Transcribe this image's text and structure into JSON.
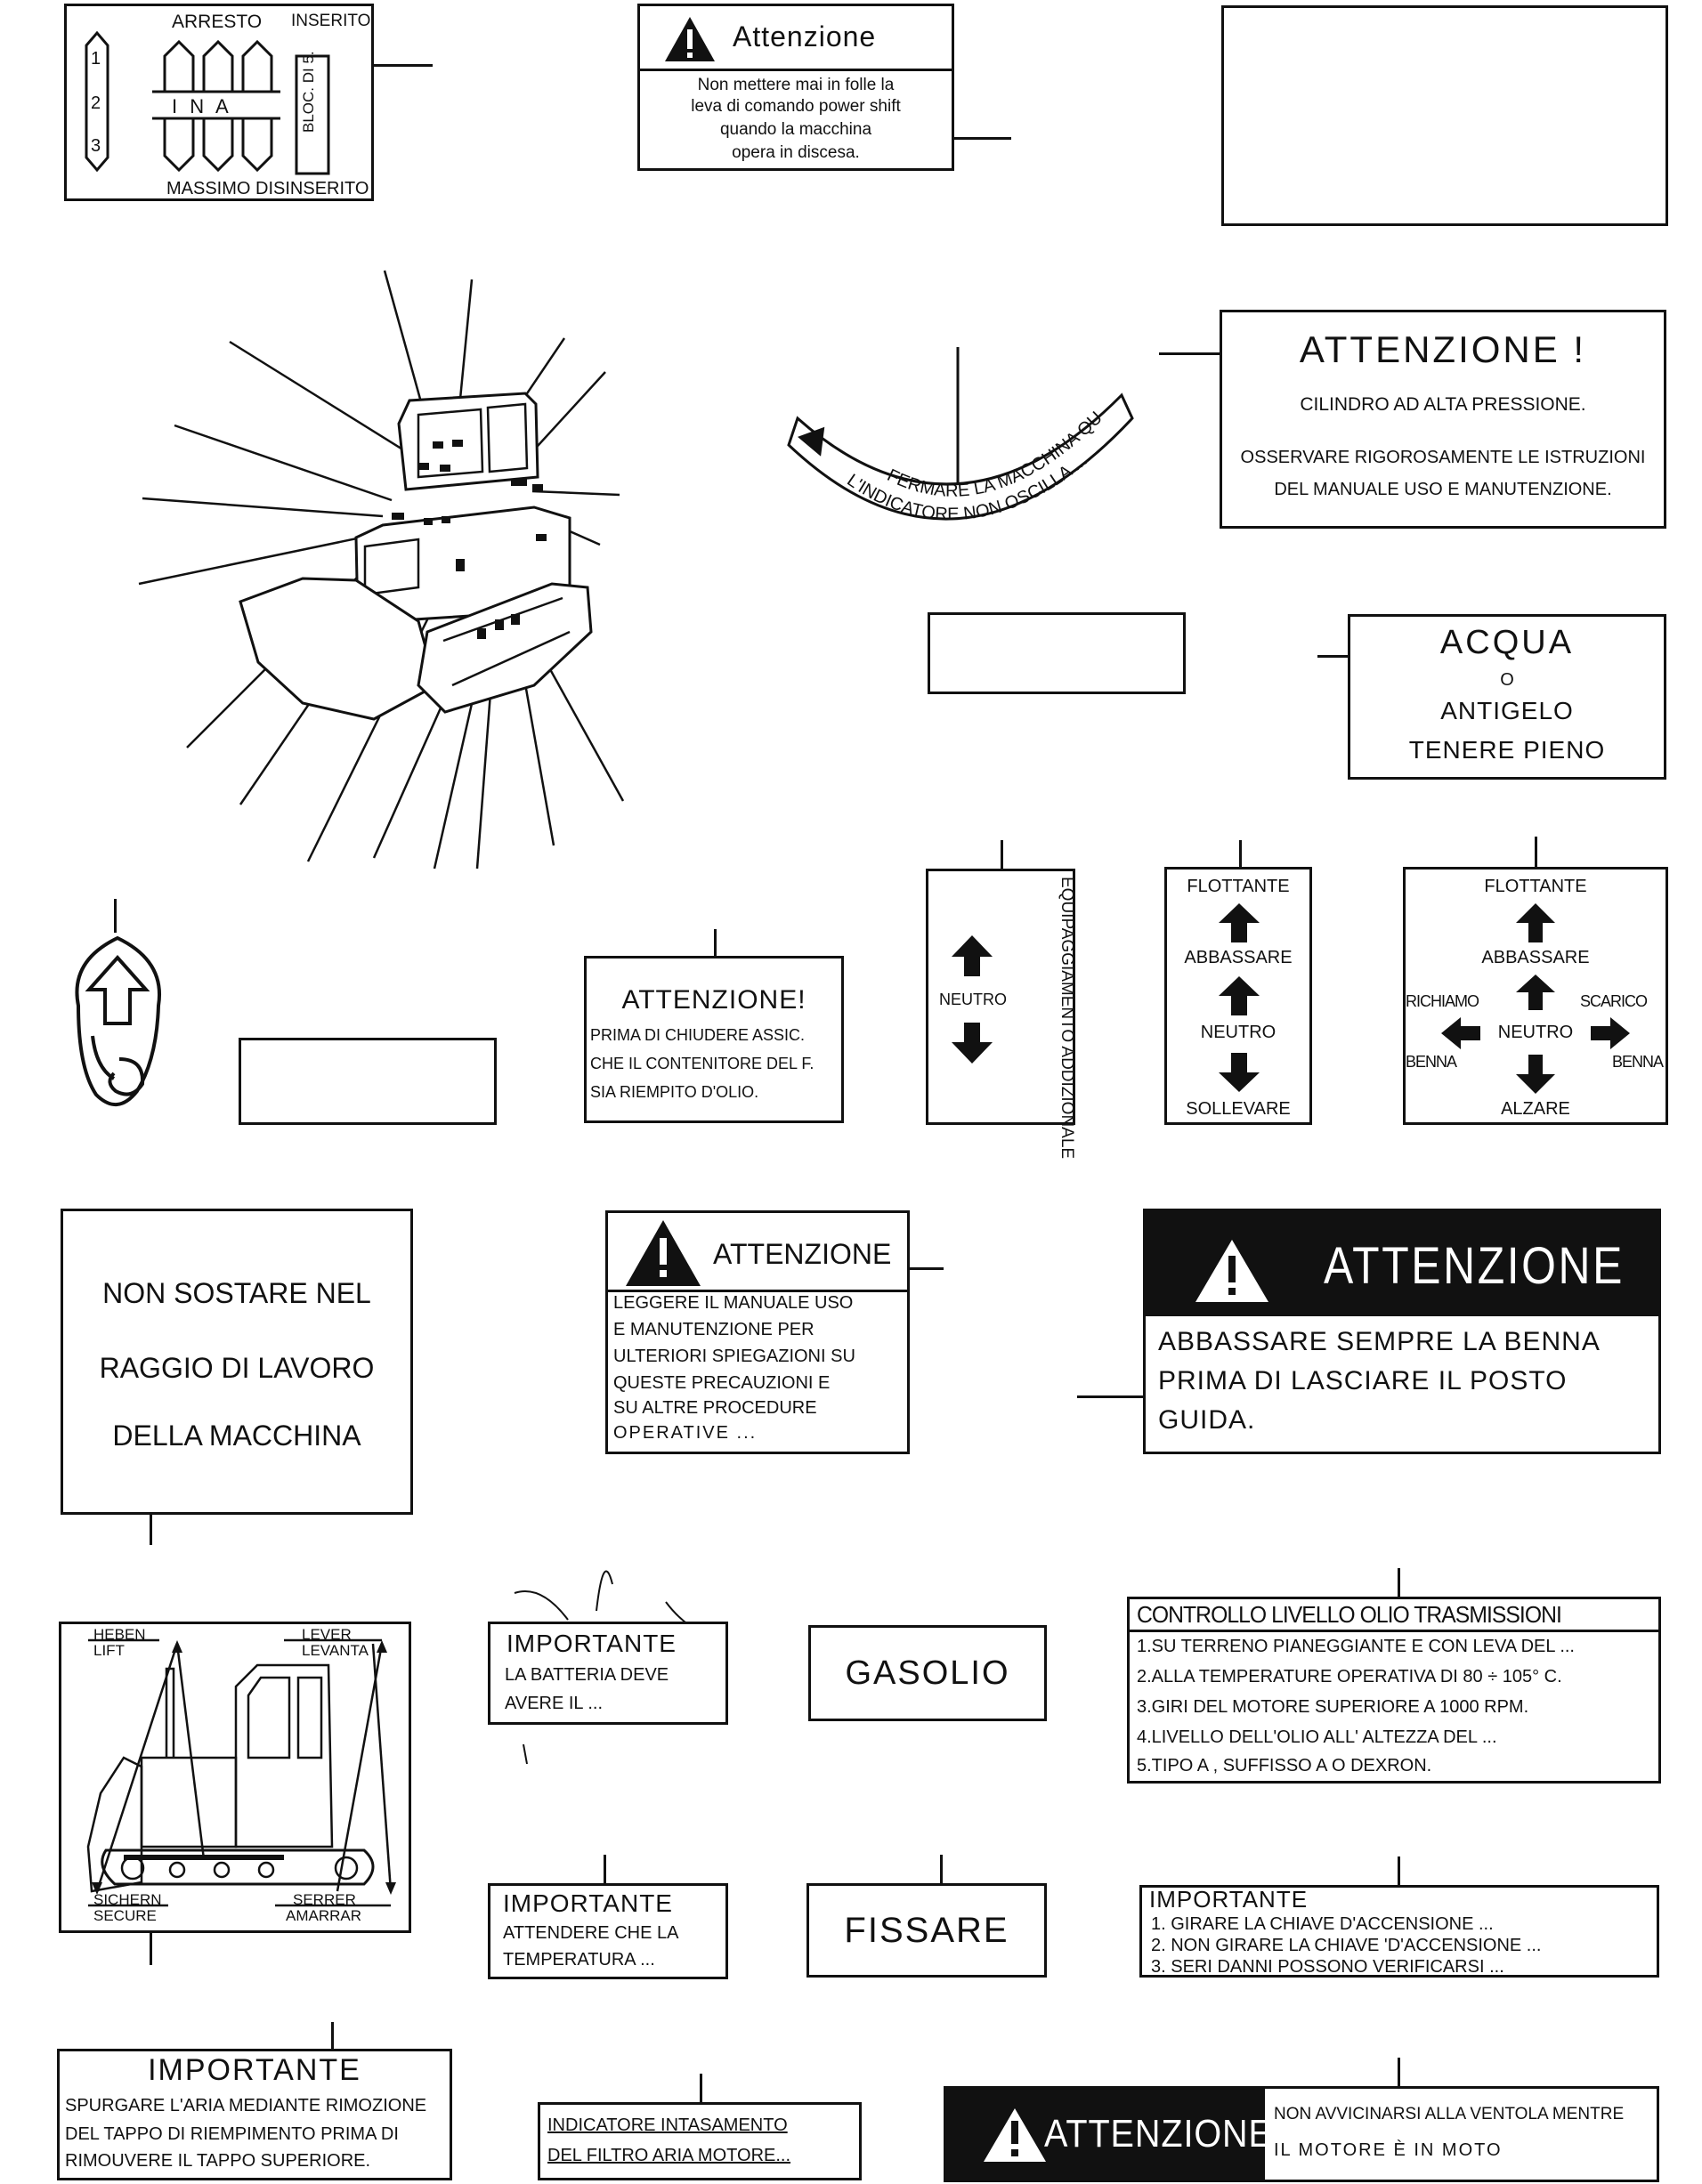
{
  "gearbox": {
    "top_left": "ARRESTO",
    "top_right": "INSERITO",
    "gears": [
      "1",
      "2",
      "3"
    ],
    "center": "I   N   A",
    "side": "BLOC. DI 5.",
    "bottom": "MASSIMO DISINSERITO"
  },
  "decal_powershift": {
    "title": "Attenzione",
    "lines": [
      "Non mettere mai in folle la",
      "leva di comando power shift",
      "quando la macchina",
      "opera in discesa."
    ]
  },
  "decal_pressure": {
    "title": "ATTENZIONE !",
    "line1": "CILINDRO AD ALTA PRESSIONE.",
    "line2": "OSSERVARE RIGOROSAMENTE LE ISTRUZIONI",
    "line3": "DEL MANUALE USO E MANUTENZIONE."
  },
  "decal_curved": {
    "line1": "FERMARE LA MACCHINA QU.",
    "line2": "L'INDICATORE NON OSCILLA ..."
  },
  "decal_water": {
    "l1": "ACQUA",
    "l2": "O",
    "l3": "ANTIGELO",
    "l4": "TENERE PIENO"
  },
  "decal_oil": {
    "title": "ATTENZIONE!",
    "lines": [
      "PRIMA DI CHIUDERE ASSIC.",
      "CHE IL CONTENITORE DEL F.",
      "SIA RIEMPITO D'OLIO."
    ]
  },
  "decal_equip": {
    "vertical": "EQUIPAGGIAMENTO ADDIZIONALE",
    "neutral": "NEUTRO"
  },
  "decal_lever1": {
    "top": "FLOTTANTE",
    "mid1": "ABBASSARE",
    "mid2": "NEUTRO",
    "bottom": "SOLLEVARE"
  },
  "decal_lever2": {
    "top": "FLOTTANTE",
    "mid": "ABBASSARE",
    "left1": "RICHIAMO",
    "left2": "BENNA",
    "center": "NEUTRO",
    "right1": "SCARICO",
    "right2": "BENNA",
    "bottom": "ALZARE"
  },
  "decal_radius": {
    "l1": "NON SOSTARE NEL",
    "l2": "RAGGIO DI LAVORO",
    "l3": "DELLA MACCHINA"
  },
  "decal_manual": {
    "title": "ATTENZIONE",
    "lines": [
      "LEGGERE IL MANUALE USO",
      "E MANUTENZIONE PER",
      "ULTERIORI SPIEGAZIONI SU",
      "QUESTE PRECAUZIONI E",
      "SU ALTRE PROCEDURE",
      "OPERATIVE ..."
    ]
  },
  "decal_bucket": {
    "title": "ATTENZIONE",
    "lines": [
      "ABBASSARE SEMPRE LA BENNA",
      "PRIMA DI LASCIARE IL POSTO",
      "GUIDA."
    ]
  },
  "decal_lift": {
    "tl1": "HEBEN",
    "tl2": "LIFT",
    "tr1": "LEVER",
    "tr2": "LEVANTA",
    "bl1": "SICHERN",
    "bl2": "SECURE",
    "br1": "SERRER",
    "br2": "AMARRAR"
  },
  "decal_battery": {
    "title": "IMPORTANTE",
    "l1": "LA BATTERIA DEVE",
    "l2": "AVERE IL ..."
  },
  "decal_diesel": {
    "label": "GASOLIO"
  },
  "decal_trans": {
    "title": "CONTROLLO LIVELLO OLIO TRASMISSIONI",
    "lines": [
      "1.SU TERRENO PIANEGGIANTE E CON LEVA DEL ...",
      "2.ALLA TEMPERATURE OPERATIVA DI 80 ÷ 105° C.",
      "3.GIRI DEL MOTORE SUPERIORE A 1000 RPM.",
      "4.LIVELLO DELL'OLIO ALL' ALTEZZA DEL ...",
      "5.TIPO A , SUFFISSO A O DEXRON."
    ]
  },
  "decal_temp": {
    "title": "IMPORTANTE",
    "l1": "ATTENDERE CHE LA",
    "l2": "TEMPERATURA ..."
  },
  "decal_fix": {
    "label": "FISSARE"
  },
  "decal_key": {
    "title": "IMPORTANTE",
    "lines": [
      "1. GIRARE LA CHIAVE D'ACCENSIONE ...",
      "2. NON GIRARE LA CHIAVE 'D'ACCENSIONE ...",
      "3. SERI DANNI POSSONO VERIFICARSI ..."
    ]
  },
  "decal_purge": {
    "title": "IMPORTANTE",
    "lines": [
      "SPURGARE L'ARIA MEDIANTE RIMOZIONE",
      "DEL TAPPO DI RIEMPIMENTO PRIMA DI",
      "RIMOUVERE IL TAPPO SUPERIORE."
    ]
  },
  "decal_filter": {
    "l1": "INDICATORE INTASAMENTO",
    "l2": "DEL FILTRO ARIA MOTORE..."
  },
  "decal_fan": {
    "title": "ATTENZIONE",
    "l1": "NON AVVICINARSI ALLA VENTOLA MENTRE",
    "l2": "IL MOTORE È IN MOTO"
  }
}
